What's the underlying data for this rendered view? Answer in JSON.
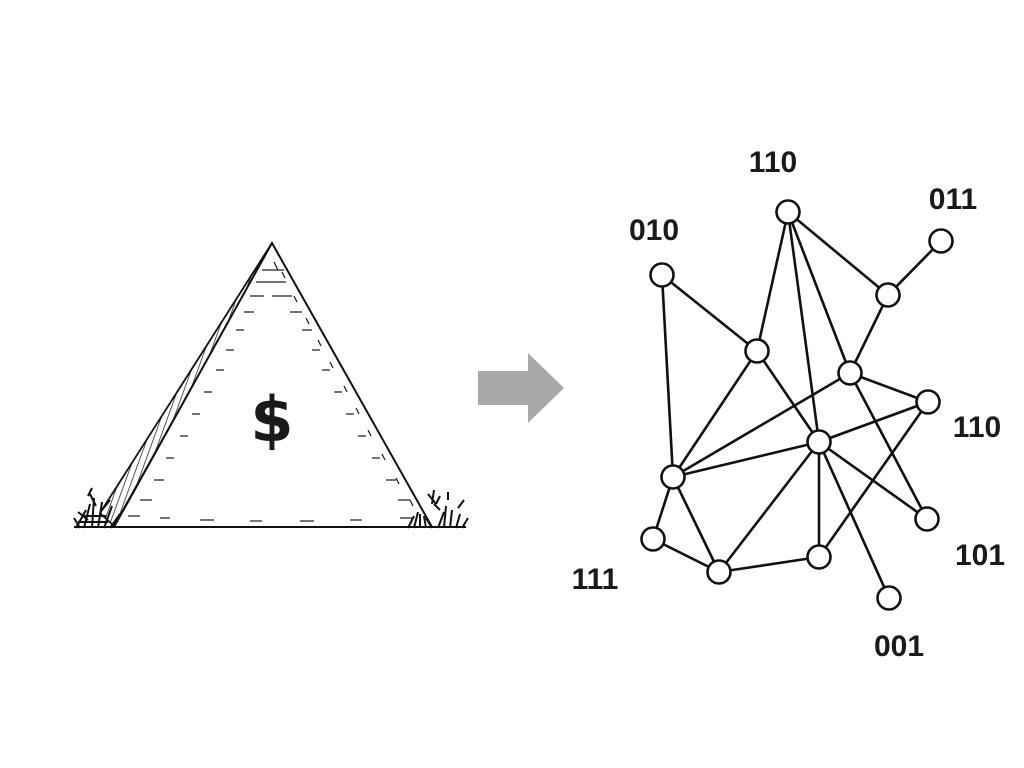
{
  "pyramid": {
    "symbol": "$"
  },
  "arrow": {
    "color": "#a9a9a9"
  },
  "network": {
    "line_color": "#111111",
    "node_fill": "#ffffff",
    "labels": {
      "top": "110",
      "upper_left": "010",
      "upper_right": "011",
      "right": "110",
      "lower_right": "101",
      "lower_left": "111",
      "bottom": "001"
    }
  }
}
